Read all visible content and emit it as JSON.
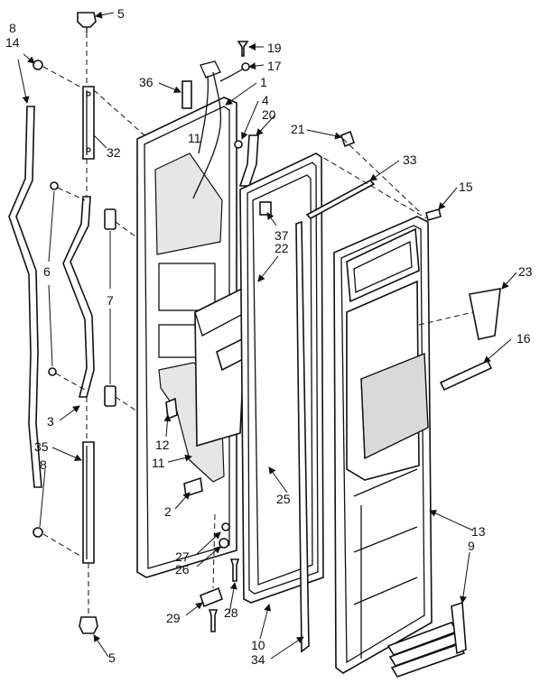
{
  "labels": {
    "n5a": "5",
    "n8a": "8",
    "n14": "14",
    "n32": "32",
    "n6": "6",
    "n7": "7",
    "n3": "3",
    "n35": "35",
    "n8b": "8",
    "n5b": "5",
    "n36": "36",
    "n1": "1",
    "n11a": "11",
    "n19": "19",
    "n17": "17",
    "n4": "4",
    "n20": "20",
    "n21": "21",
    "n33": "33",
    "n15": "15",
    "n37": "37",
    "n22": "22",
    "n23": "23",
    "n16": "16",
    "n12": "12",
    "n11b": "11",
    "n2": "2",
    "n25": "25",
    "n13": "13",
    "n9": "9",
    "n27": "27",
    "n26": "26",
    "n29": "29",
    "n28": "28",
    "n10": "10",
    "n34": "34"
  }
}
